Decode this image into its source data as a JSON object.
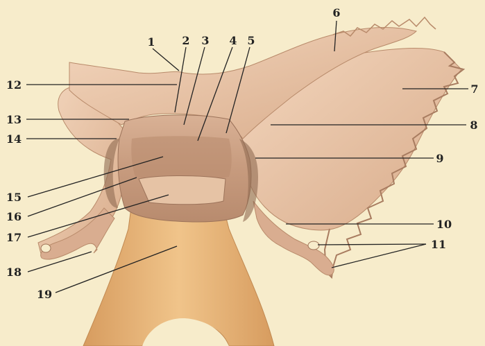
{
  "diagram": {
    "labels": [
      "1",
      "2",
      "3",
      "4",
      "5",
      "6",
      "7",
      "8",
      "9",
      "10",
      "11",
      "12",
      "13",
      "14",
      "15",
      "16",
      "17",
      "18",
      "19"
    ]
  },
  "colors": {
    "background": "#f7eccb",
    "bone": "#efc9a8",
    "bone_shadow": "#c99a78",
    "bone_dark": "#a87c60",
    "lower_bone": "#e8b77a",
    "lower_bone_shadow": "#d19a5e",
    "line": "#222222"
  }
}
